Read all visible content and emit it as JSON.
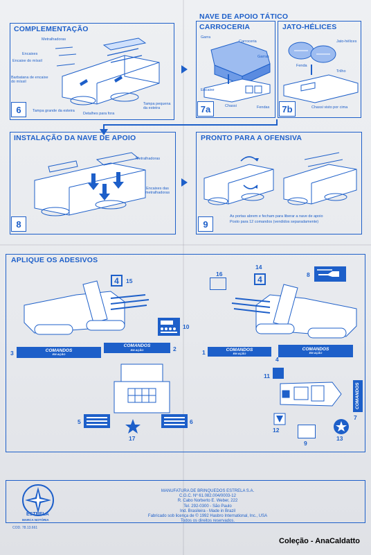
{
  "sections": {
    "complementacao": {
      "title": "COMPLEMENTAÇÃO",
      "step": "6",
      "labels": [
        "Metralhadoras",
        "Encaixes",
        "Encaixe do míssil",
        "Barbatana de encaixe do míssil",
        "Tampa grande da esteira",
        "Detalhes para fora",
        "Tampa pequena da esteira"
      ]
    },
    "nave_apoio": {
      "title": "NAVE DE APOIO TÁTICO",
      "carroceria": {
        "title": "CARROCERIA",
        "step": "7a",
        "labels": [
          "Garra",
          "Carroceria",
          "Garras",
          "Encaixe",
          "Chassi",
          "Fendas"
        ]
      },
      "jato": {
        "title": "JATO-HÉLICES",
        "step": "7b",
        "labels": [
          "Jato-hélices",
          "Fenda",
          "Trilho",
          "Chassi visto por cima"
        ]
      }
    },
    "instalacao": {
      "title": "INSTALAÇÃO DA NAVE DE APOIO",
      "step": "8",
      "labels": [
        "Metralhadoras",
        "Encaixes das metralhadoras"
      ]
    },
    "pronto": {
      "title": "PRONTO PARA A OFENSIVA",
      "step": "9",
      "caption_1": "As portas abrem e fecham para liberar a nave de apoio",
      "caption_2": "Posto para 12 comandos (vendidos separadamente)"
    },
    "adesivos": {
      "title": "APLIQUE OS ADESIVOS",
      "numbers": [
        "15",
        "10",
        "2",
        "3",
        "16",
        "14",
        "8",
        "1",
        "4",
        "11",
        "7",
        "5",
        "6",
        "17",
        "12",
        "9",
        "13"
      ],
      "sticker_text": "COMANDOS",
      "sticker_subtext": "EM AÇÃO",
      "badge_text": "4"
    }
  },
  "footer": {
    "line_1": "MANUFATURA DE BRINQUEDOS ESTRELA S.A.",
    "line_2": "C.G.C. Nº 61.082.004/0003-12",
    "line_3": "R. Cabo Norberto E. Weber, 222",
    "line_4": "Tel. 292-0300 - São Paulo",
    "line_5": "Ind. Brasileira - Made in Brazil",
    "line_6": "Fabricado sob licença de © 1992 Hasbro International, Inc., USA",
    "line_7": "Todos os direitos reservados.",
    "brand": "ESTRELA",
    "brand_sub": "MARCA NOTÓRIA",
    "code": "COD. 78.13.661"
  },
  "watermark": "Coleção  - AnaCaldatto",
  "colors": {
    "ink": "#1d5fc9",
    "paper": "#eceef1"
  }
}
